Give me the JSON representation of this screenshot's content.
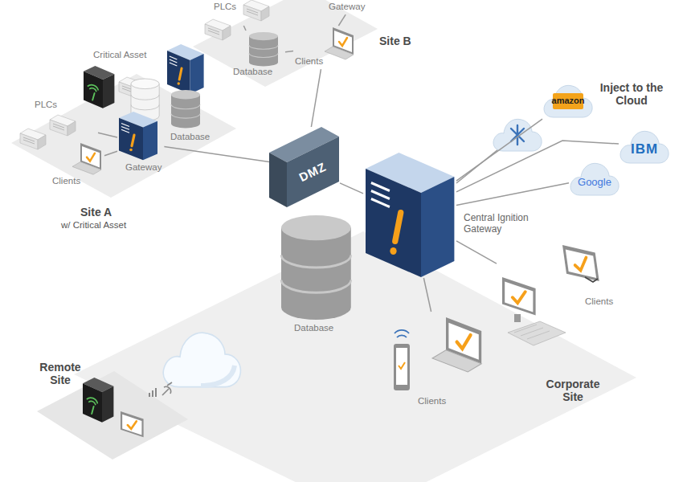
{
  "diagram": {
    "nodes": [
      {
        "text": [
          "Site B"
        ]
      },
      {
        "text": [
          "PLCs"
        ],
        "in": 0
      },
      {
        "text": [
          "Database"
        ],
        "in": 0
      },
      {
        "text": [
          "Gateway"
        ],
        "in": 0
      },
      {
        "text": [
          "Clients"
        ],
        "in": 0
      },
      {
        "text": [
          "Site A",
          "w/ Critical Asset"
        ]
      },
      {
        "text": [
          "Critical Asset"
        ],
        "in": 5
      },
      {
        "text": [
          "PLCs"
        ],
        "in": 5
      },
      {
        "text": [
          "Database"
        ],
        "in": 5
      },
      {
        "text": [
          "Gateway"
        ],
        "in": 5
      },
      {
        "text": [
          "Clients"
        ],
        "in": 5
      },
      {
        "text": [
          "DMZ"
        ]
      },
      {
        "text": [
          "Central Ignition Gateway"
        ]
      },
      {
        "text": [
          "Database"
        ]
      },
      {
        "text": [
          "Inject to the Cloud"
        ]
      },
      {
        "text": [
          "amazon"
        ],
        "in": 14
      },
      {
        "text": [
          "IBM"
        ],
        "in": 14
      },
      {
        "text": [
          "Google"
        ],
        "in": 14
      },
      {
        "text": [
          "Corporate Site"
        ]
      },
      {
        "text": [
          "Clients"
        ],
        "in": 18
      },
      {
        "text": [
          "Clients"
        ],
        "in": 18
      },
      {
        "text": [
          "Remote Site"
        ]
      }
    ],
    "edges": [
      {
        "from": 1,
        "to": 2,
        "arrow": "none"
      },
      {
        "from": 2,
        "to": 4,
        "arrow": "none"
      },
      {
        "from": 4,
        "to": 3,
        "arrow": "none"
      },
      {
        "from": 7,
        "to": 9,
        "arrow": "none"
      },
      {
        "from": 10,
        "to": 9,
        "arrow": "none"
      },
      {
        "from": 9,
        "to": 11,
        "arrow": "none"
      },
      {
        "from": 4,
        "to": 11,
        "arrow": "none"
      },
      {
        "from": 11,
        "to": 12,
        "arrow": "none"
      },
      {
        "from": 12,
        "to": 15,
        "arrow": "none"
      },
      {
        "from": 12,
        "to": 16,
        "arrow": "none"
      },
      {
        "from": 12,
        "to": 17,
        "arrow": "none"
      },
      {
        "from": 12,
        "to": 19,
        "arrow": "none"
      },
      {
        "from": 12,
        "to": 20,
        "arrow": "none"
      }
    ]
  }
}
